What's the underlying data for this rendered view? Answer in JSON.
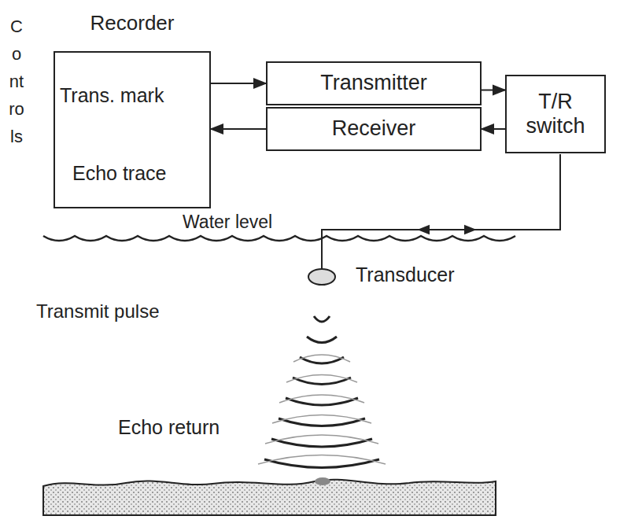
{
  "diagram": {
    "nodes": [
      {
        "text": [
          "Recorder"
        ]
      },
      {
        "text": [
          "Transmitter"
        ]
      },
      {
        "text": [
          "Receiver"
        ]
      },
      {
        "text": [
          "T/R switch"
        ]
      }
    ],
    "edges": [
      {
        "from": 0,
        "to": 1,
        "arrow": "to"
      },
      {
        "from": 2,
        "to": 0,
        "arrow": "to"
      },
      {
        "from": 1,
        "to": 3,
        "arrow": "to"
      },
      {
        "from": 3,
        "to": 2,
        "arrow": "to"
      }
    ],
    "labels": [
      "Controls",
      "Trans. mark",
      "Echo trace",
      "Water level",
      "Transducer",
      "Transmit pulse",
      "Echo return"
    ]
  }
}
